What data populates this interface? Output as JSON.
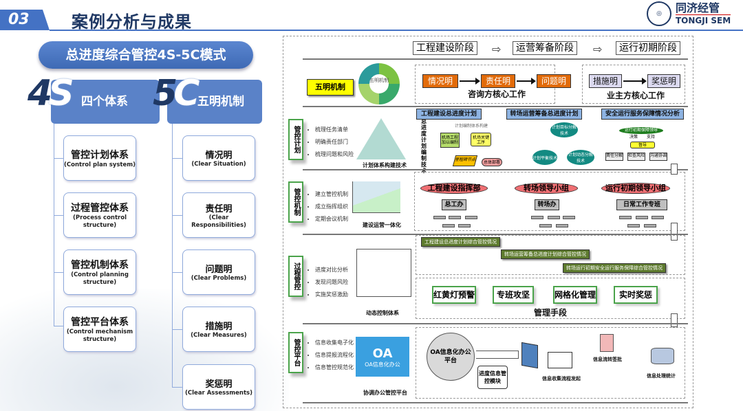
{
  "header": {
    "section_number": "03",
    "title": "案例分析与成果",
    "logo_cn": "同济经管",
    "logo_en": "TONGJI SEM"
  },
  "left": {
    "model_title": "总进度综合管控4S-5C模式",
    "s4": {
      "mark": "4S",
      "label": "四个体系",
      "items": [
        {
          "cn": "管控计划体系",
          "en": "(Control plan system)"
        },
        {
          "cn": "过程管控体系",
          "en": "(Process control structure)"
        },
        {
          "cn": "管控机制体系",
          "en": "(Control planning structure)"
        },
        {
          "cn": "管控平台体系",
          "en": "(Control mechanism structure)"
        }
      ]
    },
    "c5": {
      "mark": "5C",
      "label": "五明机制",
      "items": [
        {
          "cn": "情况明",
          "en": "(Clear Situation)"
        },
        {
          "cn": "责任明",
          "en": "(Clear Responsibilities)"
        },
        {
          "cn": "问题明",
          "en": "(Clear Problems)"
        },
        {
          "cn": "措施明",
          "en": "(Clear Measures)"
        },
        {
          "cn": "奖惩明",
          "en": "(Clear Assessments)"
        }
      ]
    }
  },
  "right": {
    "stages": [
      "工程建设阶段",
      "运营筹备阶段",
      "运行初期阶段"
    ],
    "five_clear": {
      "label": "五明机制",
      "wheel_center": "五明机制",
      "consultant": {
        "steps": [
          "情况明",
          "责任明",
          "问题明"
        ],
        "caption": "咨询方核心工作"
      },
      "owner": {
        "steps": [
          "措施明",
          "奖惩明"
        ],
        "caption": "业主方核心工作"
      }
    },
    "plan": {
      "side": "管控计划",
      "bullets": [
        "梳理任务清单",
        "明确责任部门",
        "梳理问题和风险"
      ],
      "pyramid_caption": "计划体系构建技术",
      "vertical_caption": "总进度计划编制技术",
      "headers": [
        "工程建设总进度计划",
        "转场运营筹备总进度计划",
        "安全运行服务保障情况分析"
      ],
      "flow_nodes": [
        "计划编制体系构建",
        "机场工程加以编制",
        "机场关键工序",
        "里程碑节点",
        "总体部署"
      ],
      "teal_nodes": [
        "计划目标分解技术",
        "计划平衡技术",
        "计划动态分解技术"
      ],
      "ops": {
        "top": "运行初期保障领导",
        "mid": "督导",
        "labels": [
          "决策",
          "支持"
        ],
        "bottom": [
          "責任分解",
          "检查风险",
          "沟通协调"
        ]
      }
    },
    "mechanism": {
      "side": "管控机制",
      "bullets": [
        "建立管控机制",
        "成立指挥组织",
        "定期会议机制"
      ],
      "chart_caption": "建设运营一体化",
      "orgs": [
        {
          "name": "工程建设指挥部",
          "office": "总工办"
        },
        {
          "name": "转场领导小组",
          "office": "转场办"
        },
        {
          "name": "运行初期领导小组",
          "office": "日常工作专班"
        }
      ]
    },
    "process": {
      "side": "过程管控",
      "bullets": [
        "进度对比分析",
        "发现问题风险",
        "实施奖惩激励"
      ],
      "diagram_caption": "动态控制体系",
      "reports": [
        "工程建设总进度计划综合管控情况",
        "转场运营筹备总进度计划综合管控情况",
        "转场运行初期安全运行服务保障综合管控情况"
      ],
      "means": [
        "红黄灯预警",
        "专班攻坚",
        "网格化管理",
        "实时奖惩"
      ],
      "means_caption": "管理手段"
    },
    "platform": {
      "side": "管控平台",
      "bullets": [
        "信息收集电子化",
        "信息提报流程化",
        "信息管控规范化"
      ],
      "oa_title": "OA",
      "oa_sub": "OA信息化办公",
      "oa_caption": "协调办公管控平台",
      "circle": "OA信息化办公平台",
      "module": "进度信息管控模块",
      "flow": [
        "信息收集流程发起",
        "信息流转签批",
        "信息处理统计"
      ]
    }
  }
}
